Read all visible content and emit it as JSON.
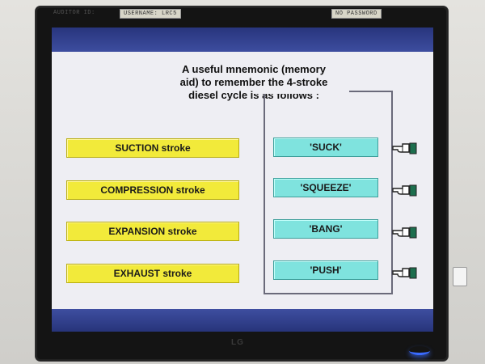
{
  "stickers": {
    "left_label": "AUDITOR ID:",
    "username": "USERNAME: LRC5",
    "password": "NO PASSWORD"
  },
  "heading": "A useful mnemonic (memory aid) to remember the 4-stroke diesel cycle is as follows :",
  "strokes": [
    {
      "stroke": "SUCTION stroke",
      "word": "'SUCK'"
    },
    {
      "stroke": "COMPRESSION stroke",
      "word": "'SQUEEZE'"
    },
    {
      "stroke": "EXPANSION stroke",
      "word": "'BANG'"
    },
    {
      "stroke": "EXHAUST stroke",
      "word": "'PUSH'"
    }
  ],
  "monitor_brand": "LG",
  "colors": {
    "stroke_box": "#f2ea3a",
    "word_box": "#7fe3de",
    "title_bar": "#28357d",
    "screen_bg": "#eeeef3"
  },
  "icons": {
    "pointer": "pointing-hand-icon"
  }
}
